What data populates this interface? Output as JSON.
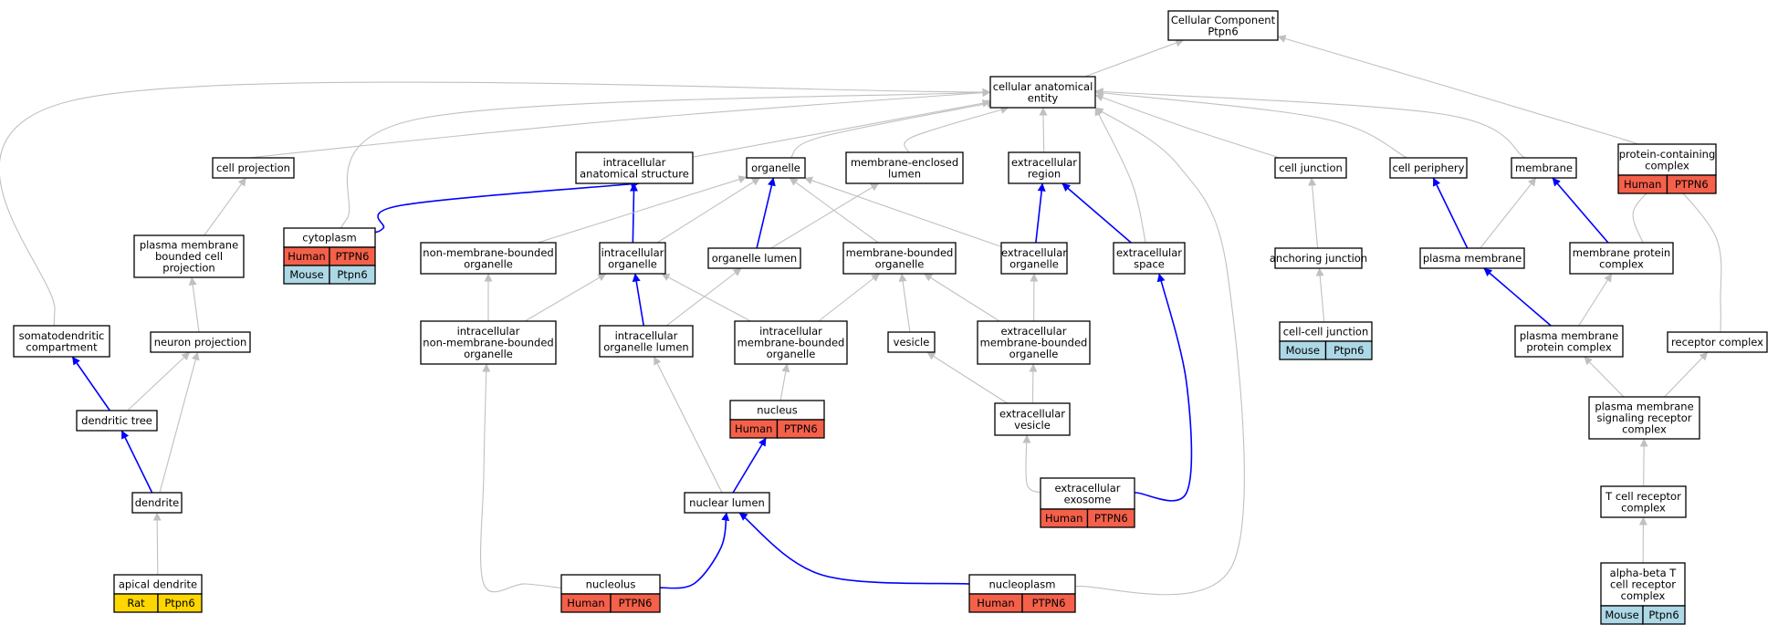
{
  "colors": {
    "edge_default": "#c0c0c0",
    "edge_highlight": "#0000ff",
    "human": "#f4604a",
    "mouse": "#add8e6",
    "rat": "#ffd700"
  },
  "nodes": {
    "root": [
      "Cellular Component",
      "Ptpn6"
    ],
    "cae": [
      "cellular anatomical",
      "entity"
    ],
    "cellproj": [
      "cell projection"
    ],
    "ias": [
      "intracellular",
      "anatomical structure"
    ],
    "organelle": [
      "organelle"
    ],
    "mel": [
      "membrane-enclosed",
      "lumen"
    ],
    "extreg": [
      "extracellular",
      "region"
    ],
    "celljunc": [
      "cell junction"
    ],
    "cellper": [
      "cell periphery"
    ],
    "membrane": [
      "membrane"
    ],
    "pcc": [
      "protein-containing",
      "complex"
    ],
    "cytoplasm": [
      "cytoplasm"
    ],
    "pmbcp": [
      "plasma membrane",
      "bounded cell",
      "projection"
    ],
    "nmbo": [
      "non-membrane-bounded",
      "organelle"
    ],
    "io": [
      "intracellular",
      "organelle"
    ],
    "olumen": [
      "organelle lumen"
    ],
    "mbo": [
      "membrane-bounded",
      "organelle"
    ],
    "eo": [
      "extracellular",
      "organelle"
    ],
    "es": [
      "extracellular",
      "space"
    ],
    "aj": [
      "anchoring junction"
    ],
    "pm": [
      "plasma membrane"
    ],
    "mpc": [
      "membrane protein",
      "complex"
    ],
    "sdc": [
      "somatodendritic",
      "compartment"
    ],
    "np": [
      "neuron projection"
    ],
    "inmbo": [
      "intracellular",
      "non-membrane-bounded",
      "organelle"
    ],
    "iol": [
      "intracellular",
      "organelle lumen"
    ],
    "imbo": [
      "intracellular",
      "membrane-bounded",
      "organelle"
    ],
    "vesicle": [
      "vesicle"
    ],
    "embo": [
      "extracellular",
      "membrane-bounded",
      "organelle"
    ],
    "ccj": [
      "cell-cell junction"
    ],
    "pmpc": [
      "plasma membrane",
      "protein complex"
    ],
    "rc": [
      "receptor complex"
    ],
    "dtree": [
      "dendritic tree"
    ],
    "nucleus": [
      "nucleus"
    ],
    "ev": [
      "extracellular",
      "vesicle"
    ],
    "pmsrc": [
      "plasma membrane",
      "signaling receptor",
      "complex"
    ],
    "dendrite": [
      "dendrite"
    ],
    "nlumen": [
      "nuclear lumen"
    ],
    "exo": [
      "extracellular",
      "exosome"
    ],
    "tcr": [
      "T cell receptor",
      "complex"
    ],
    "apical": [
      "apical dendrite"
    ],
    "nucleolus": [
      "nucleolus"
    ],
    "nucleoplasm": [
      "nucleoplasm"
    ],
    "abtcr": [
      "alpha-beta T",
      "cell receptor",
      "complex"
    ]
  },
  "annotations": {
    "pcc": [
      [
        "Human",
        "PTPN6"
      ]
    ],
    "cytoplasm": [
      [
        "Human",
        "PTPN6"
      ],
      [
        "Mouse",
        "Ptpn6"
      ]
    ],
    "ccj": [
      [
        "Mouse",
        "Ptpn6"
      ]
    ],
    "nucleus": [
      [
        "Human",
        "PTPN6"
      ]
    ],
    "exo": [
      [
        "Human",
        "PTPN6"
      ]
    ],
    "apical": [
      [
        "Rat",
        "Ptpn6"
      ]
    ],
    "nucleolus": [
      [
        "Human",
        "PTPN6"
      ]
    ],
    "nucleoplasm": [
      [
        "Human",
        "PTPN6"
      ]
    ],
    "abtcr": [
      [
        "Mouse",
        "Ptpn6"
      ]
    ]
  },
  "edges": [
    [
      "cae",
      "root",
      false
    ],
    [
      "pcc",
      "root",
      false
    ],
    [
      "cellproj",
      "cae",
      false
    ],
    [
      "ias",
      "cae",
      false
    ],
    [
      "organelle",
      "cae",
      false
    ],
    [
      "mel",
      "cae",
      false
    ],
    [
      "extreg",
      "cae",
      false
    ],
    [
      "celljunc",
      "cae",
      false
    ],
    [
      "cellper",
      "cae",
      false
    ],
    [
      "membrane",
      "cae",
      false
    ],
    [
      "cytoplasm",
      "cae",
      false
    ],
    [
      "sdc",
      "cae",
      false
    ],
    [
      "es",
      "cae",
      false
    ],
    [
      "nucleoplasm",
      "cae",
      false
    ],
    [
      "pmbcp",
      "cellproj",
      false
    ],
    [
      "cytoplasm",
      "ias",
      true
    ],
    [
      "io",
      "ias",
      true
    ],
    [
      "nmbo",
      "organelle",
      false
    ],
    [
      "io",
      "organelle",
      false
    ],
    [
      "olumen",
      "organelle",
      true
    ],
    [
      "mbo",
      "organelle",
      false
    ],
    [
      "eo",
      "organelle",
      false
    ],
    [
      "olumen",
      "mel",
      false
    ],
    [
      "eo",
      "extreg",
      true
    ],
    [
      "es",
      "extreg",
      true
    ],
    [
      "aj",
      "celljunc",
      false
    ],
    [
      "pm",
      "cellper",
      true
    ],
    [
      "pm",
      "membrane",
      false
    ],
    [
      "mpc",
      "membrane",
      true
    ],
    [
      "mpc",
      "pcc",
      false
    ],
    [
      "rc",
      "pcc",
      false
    ],
    [
      "np",
      "pmbcp",
      false
    ],
    [
      "inmbo",
      "nmbo",
      false
    ],
    [
      "inmbo",
      "io",
      false
    ],
    [
      "iol",
      "io",
      true
    ],
    [
      "imbo",
      "io",
      false
    ],
    [
      "iol",
      "olumen",
      false
    ],
    [
      "imbo",
      "mbo",
      false
    ],
    [
      "vesicle",
      "mbo",
      false
    ],
    [
      "embo",
      "mbo",
      false
    ],
    [
      "embo",
      "eo",
      false
    ],
    [
      "exo",
      "es",
      true
    ],
    [
      "ccj",
      "aj",
      false
    ],
    [
      "pmpc",
      "pm",
      true
    ],
    [
      "pmpc",
      "mpc",
      false
    ],
    [
      "dtree",
      "sdc",
      true
    ],
    [
      "dtree",
      "np",
      false
    ],
    [
      "dendrite",
      "np",
      false
    ],
    [
      "nucleolus",
      "inmbo",
      false
    ],
    [
      "nlumen",
      "iol",
      false
    ],
    [
      "nucleus",
      "imbo",
      false
    ],
    [
      "ev",
      "vesicle",
      false
    ],
    [
      "ev",
      "embo",
      false
    ],
    [
      "pmsrc",
      "pmpc",
      false
    ],
    [
      "pmsrc",
      "rc",
      false
    ],
    [
      "dendrite",
      "dtree",
      true
    ],
    [
      "nlumen",
      "nucleus",
      true
    ],
    [
      "exo",
      "ev",
      false
    ],
    [
      "tcr",
      "pmsrc",
      false
    ],
    [
      "apical",
      "dendrite",
      false
    ],
    [
      "nucleolus",
      "nlumen",
      true
    ],
    [
      "nucleoplasm",
      "nlumen",
      true
    ],
    [
      "abtcr",
      "tcr",
      false
    ]
  ]
}
